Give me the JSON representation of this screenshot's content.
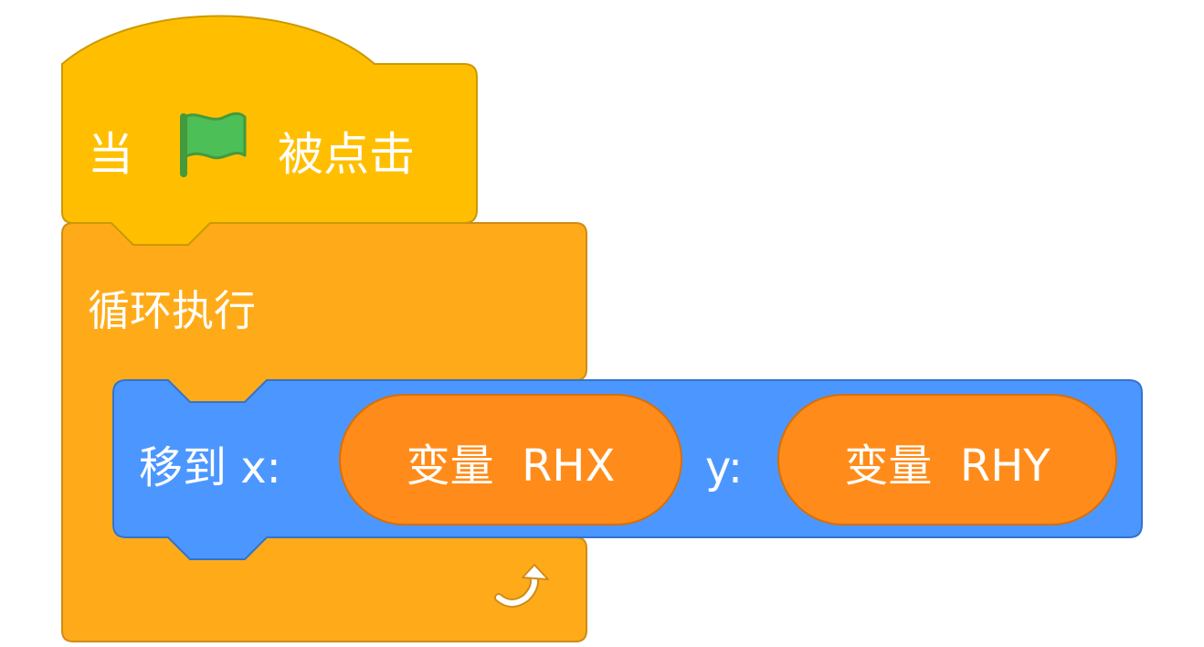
{
  "hat_block": {
    "prefix": "当",
    "suffix": "被点击",
    "icon": "green-flag-icon"
  },
  "forever_block": {
    "label": "循环执行",
    "end_icon": "loop-arrow-icon"
  },
  "motion_block": {
    "label": "移到 x:",
    "y_label": "y:",
    "x_reporter": "变量  RHX",
    "y_reporter": "变量  RHY"
  },
  "colors": {
    "events": "#FFBF00",
    "events_border": "#CC9900",
    "control": "#FFAB19",
    "control_border": "#CF8B17",
    "motion": "#4C97FF",
    "motion_border": "#3373CC",
    "reporter": "#FF8C1A",
    "reporter_border": "#DB6E00",
    "flag_green": "#4CBF56",
    "flag_dark": "#45993D"
  }
}
